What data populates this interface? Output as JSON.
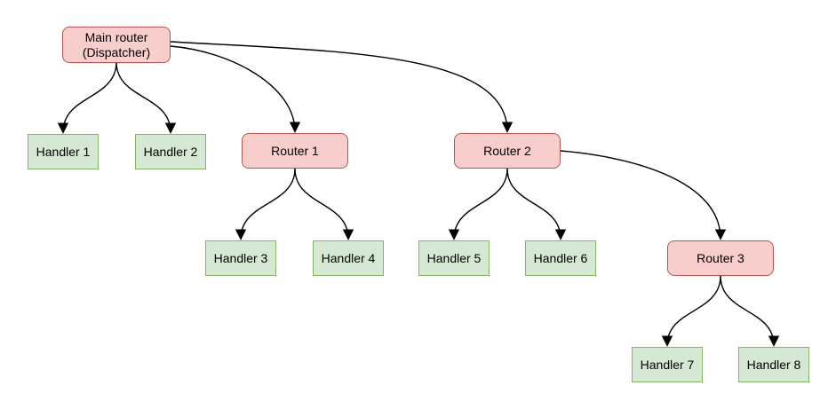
{
  "diagram": {
    "type": "tree-flowchart",
    "nodes": {
      "main": {
        "label": "Main router\n(Dispatcher)",
        "type": "router"
      },
      "router1": {
        "label": "Router 1",
        "type": "router"
      },
      "router2": {
        "label": "Router 2",
        "type": "router"
      },
      "router3": {
        "label": "Router 3",
        "type": "router"
      },
      "handler1": {
        "label": "Handler 1",
        "type": "handler"
      },
      "handler2": {
        "label": "Handler 2",
        "type": "handler"
      },
      "handler3": {
        "label": "Handler 3",
        "type": "handler"
      },
      "handler4": {
        "label": "Handler 4",
        "type": "handler"
      },
      "handler5": {
        "label": "Handler 5",
        "type": "handler"
      },
      "handler6": {
        "label": "Handler 6",
        "type": "handler"
      },
      "handler7": {
        "label": "Handler 7",
        "type": "handler"
      },
      "handler8": {
        "label": "Handler 8",
        "type": "handler"
      }
    },
    "edges": [
      {
        "from": "main",
        "to": "handler1"
      },
      {
        "from": "main",
        "to": "handler2"
      },
      {
        "from": "main",
        "to": "router1"
      },
      {
        "from": "main",
        "to": "router2"
      },
      {
        "from": "router1",
        "to": "handler3"
      },
      {
        "from": "router1",
        "to": "handler4"
      },
      {
        "from": "router2",
        "to": "handler5"
      },
      {
        "from": "router2",
        "to": "handler6"
      },
      {
        "from": "router2",
        "to": "router3"
      },
      {
        "from": "router3",
        "to": "handler7"
      },
      {
        "from": "router3",
        "to": "handler8"
      }
    ],
    "colors": {
      "router_fill": "#f8cecc",
      "router_stroke": "#b85450",
      "handler_fill": "#d5e8d4",
      "handler_stroke": "#82b366",
      "edge": "#000000",
      "text": "#000000",
      "background": "#ffffff"
    }
  }
}
